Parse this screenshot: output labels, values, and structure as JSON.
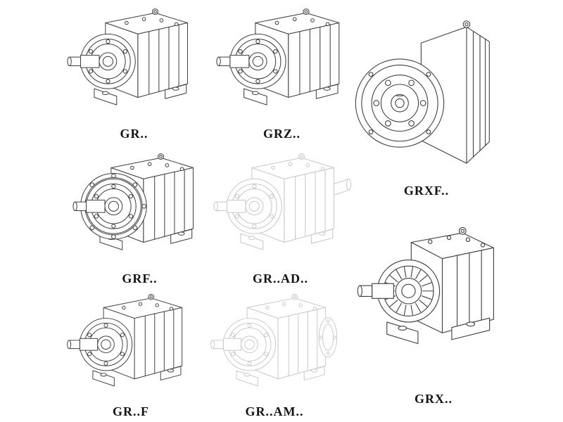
{
  "colors": {
    "ink": "#3f3f44",
    "faded": "#c7c7cd",
    "label": "#141414",
    "background": "#ffffff"
  },
  "figures": [
    {
      "id": "gr",
      "label": "GR..",
      "drawing": "foot-mounted-helical-gear-unit",
      "drawing_style": "solid"
    },
    {
      "id": "grz",
      "label": "GRZ..",
      "drawing": "foot-mounted-helical-gear-unit",
      "drawing_style": "solid"
    },
    {
      "id": "grxf",
      "label": "GRXF..",
      "drawing": "flange-mounted-gear-unit-large-flange",
      "drawing_style": "solid"
    },
    {
      "id": "grf",
      "label": "GRF..",
      "drawing": "flange-foot-helical-gear-unit",
      "drawing_style": "solid"
    },
    {
      "id": "gr-ad",
      "label": "GR..AD..",
      "drawing": "gear-unit-with-input-adapter",
      "drawing_style": "phantom"
    },
    {
      "id": "gr-f",
      "label": "GR..F",
      "drawing": "foot-mounted-helical-gear-unit",
      "drawing_style": "solid"
    },
    {
      "id": "gr-am",
      "label": "GR..AM..",
      "drawing": "gear-unit-with-motor-adapter-flange",
      "drawing_style": "phantom"
    },
    {
      "id": "grx",
      "label": "GRX..",
      "drawing": "large-foot-mounted-gear-unit-finned",
      "drawing_style": "solid"
    }
  ]
}
